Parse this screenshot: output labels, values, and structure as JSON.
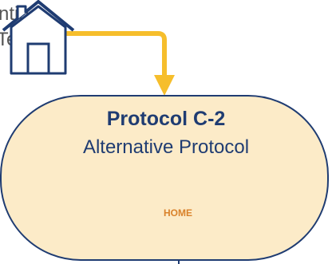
{
  "side_text": {
    "line1": "ntine",
    "line2": "Test"
  },
  "node": {
    "title": "Protocol C-2",
    "subtitle": "Alternative Protocol",
    "icon": "house-icon",
    "icon_label": "HOME"
  },
  "colors": {
    "arrow": "#f6be2c",
    "node_fill": "#fcebc8",
    "node_border": "#1f3c72",
    "text_primary": "#1f3c72",
    "side_text": "#555555",
    "home_label": "#d9822b"
  }
}
